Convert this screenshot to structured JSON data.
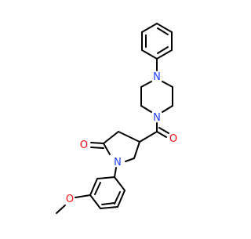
{
  "molecule": {
    "atom_labels": {
      "n_piperazine_top": "N",
      "n_piperazine_bottom": "N",
      "o_carbonyl_amide": "O",
      "o_lactam": "O",
      "n_pyrrolidinone": "N",
      "o_methoxy": "O"
    },
    "colors": {
      "bond": "#000000",
      "nitrogen": "#1f3fff",
      "oxygen": "#ff0d0d",
      "background": "#ffffff"
    }
  }
}
